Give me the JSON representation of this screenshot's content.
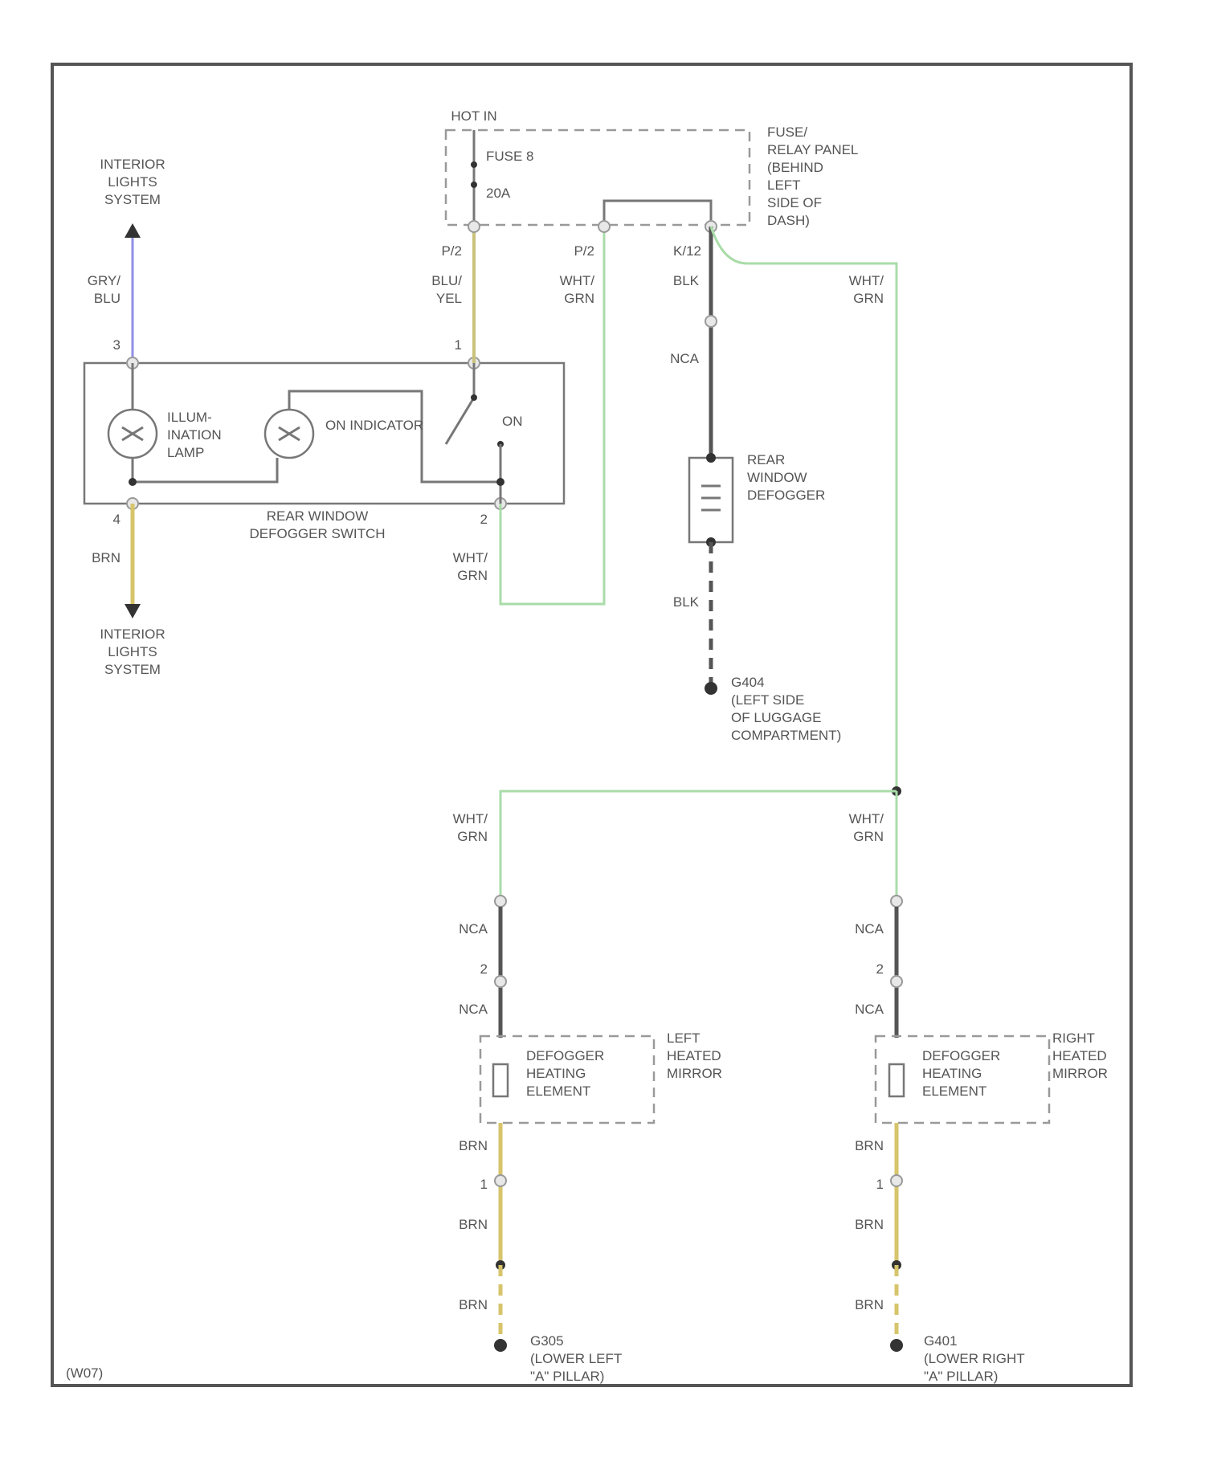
{
  "diagram": {
    "corner_id": "(W07)",
    "labels": {
      "interior_lights_top": "INTERIOR\nLIGHTS\nSYSTEM",
      "interior_lights_bottom": "INTERIOR\nLIGHTS\nSYSTEM",
      "hot_in": "HOT IN",
      "fuse_name": "FUSE 8",
      "fuse_rating": "20A",
      "fuse_panel": "FUSE/\nRELAY PANEL\n(BEHIND\nLEFT\nSIDE OF\nDASH)",
      "pin_p2_a": "P/2",
      "pin_p2_b": "P/2",
      "pin_k12": "K/12",
      "wire_gry_blu": "GRY/\nBLU",
      "wire_blu_yel": "BLU/\nYEL",
      "wire_wht_grn_fuse": "WHT/\nGRN",
      "wire_blk_top": "BLK",
      "wire_wht_grn_right": "WHT/\nGRN",
      "wire_nca_top": "NCA",
      "switch_pin_3": "3",
      "switch_pin_1": "1",
      "switch_pin_4": "4",
      "switch_pin_2": "2",
      "illum_lamp": "ILLUM-\nINATION\nLAMP",
      "on_indicator": "ON INDICATOR",
      "on_label": "ON",
      "switch_name": "REAR WINDOW\nDEFOGGER SWITCH",
      "wire_brn_left": "BRN",
      "wire_wht_grn_sw": "WHT/\nGRN",
      "rear_defogger": "REAR\nWINDOW\nDEFOGGER",
      "wire_blk_bottom": "BLK",
      "ground_g404": "G404\n(LEFT SIDE\nOF LUGGAGE\nCOMPARTMENT)",
      "wire_wht_grn_ml": "WHT/\nGRN",
      "wire_wht_grn_mr": "WHT/\nGRN",
      "nca_l1": "NCA",
      "nca_r1": "NCA",
      "pin_l2": "2",
      "pin_r2": "2",
      "nca_l2": "NCA",
      "nca_r2": "NCA",
      "element_left": "DEFOGGER\nHEATING\nELEMENT",
      "element_right": "DEFOGGER\nHEATING\nELEMENT",
      "mirror_left": "LEFT\nHEATED\nMIRROR",
      "mirror_right": "RIGHT\nHEATED\nMIRROR",
      "brn_l1": "BRN",
      "brn_r1": "BRN",
      "pin_l1": "1",
      "pin_r1": "1",
      "brn_l2": "BRN",
      "brn_r2": "BRN",
      "brn_l3": "BRN",
      "brn_r3": "BRN",
      "ground_left": "G305\n(LOWER LEFT\n\"A\" PILLAR)",
      "ground_right": "G401\n(LOWER RIGHT\n\"A\" PILLAR)"
    }
  }
}
